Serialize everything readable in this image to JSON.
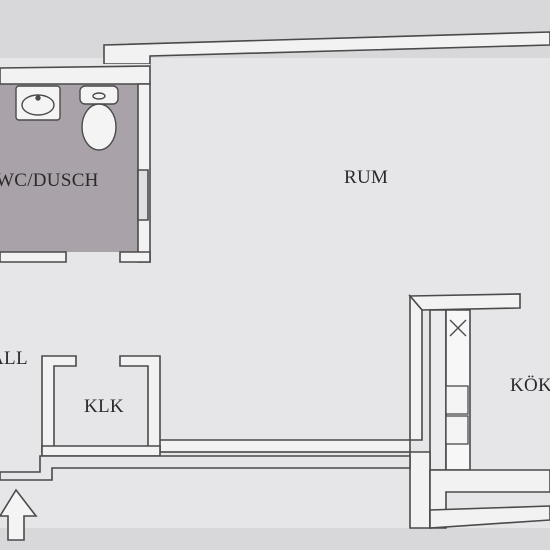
{
  "rooms": {
    "bathroom": "WC/DUSCH",
    "living": "RUM",
    "hall": "HALL",
    "closet": "KLK",
    "kitchen": "KÖK"
  },
  "colors": {
    "page": "#d8d8da",
    "floor": "#e8e8ea",
    "wall_fill": "#f2f2f3",
    "wall_line": "#4a4a4a",
    "bathroom_floor": "#a9a3a9"
  },
  "icons": {
    "sink": "sink-icon",
    "toilet": "toilet-icon",
    "stove": "stove-icon",
    "entrance": "entrance-arrow-icon"
  }
}
